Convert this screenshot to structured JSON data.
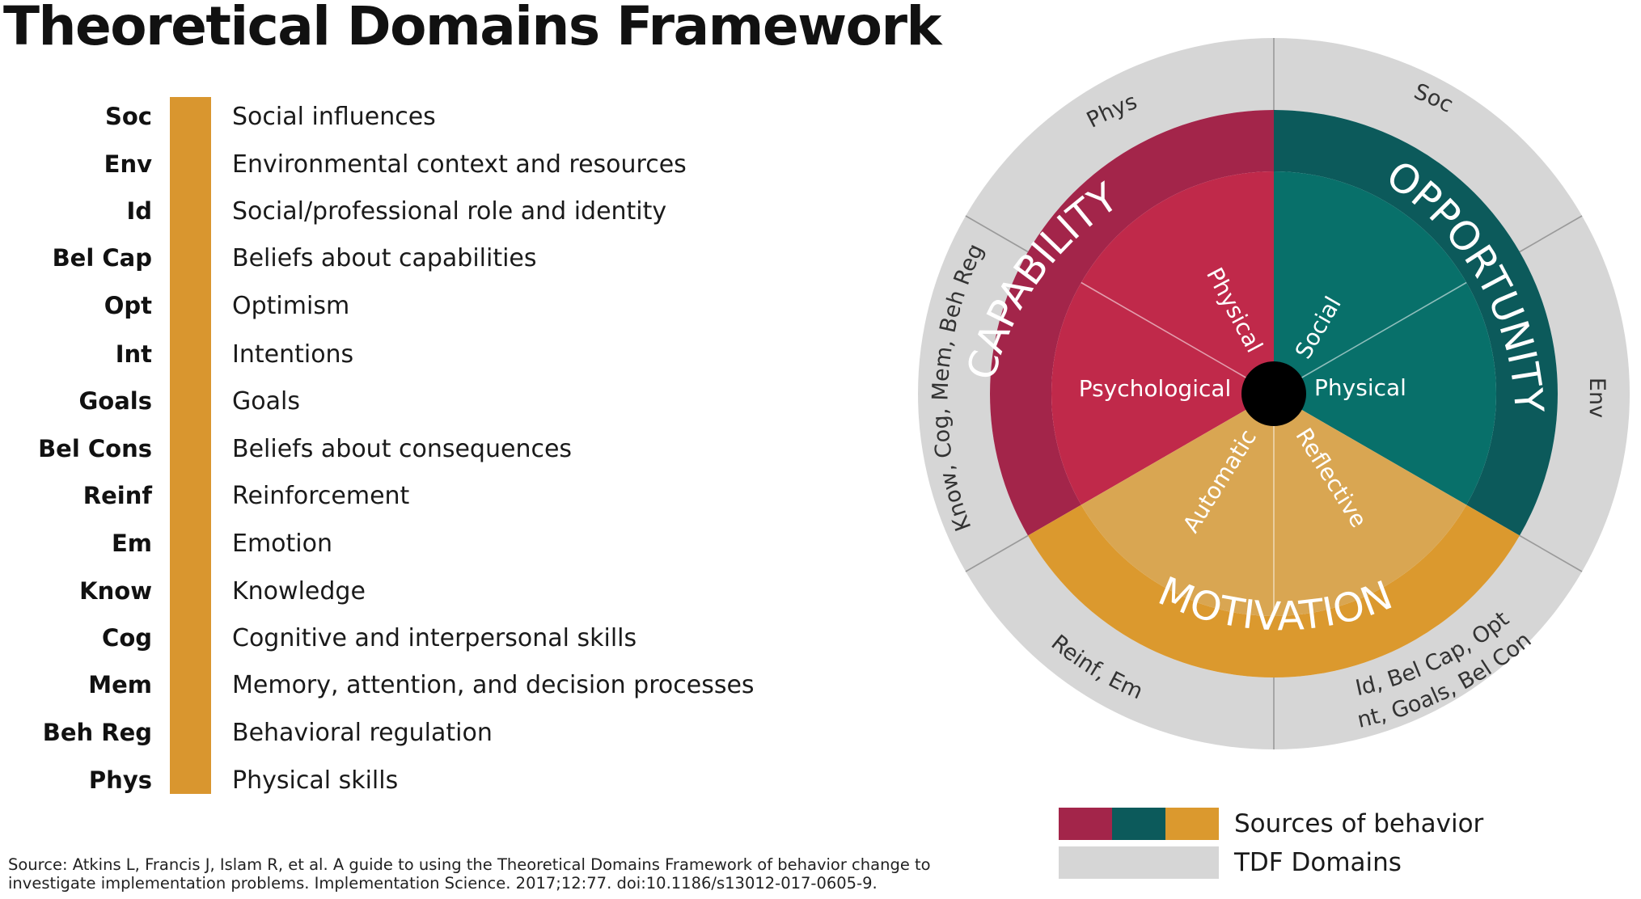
{
  "title": "Theoretical Domains Framework",
  "domains": [
    {
      "abbr": "Soc",
      "label": "Social influences"
    },
    {
      "abbr": "Env",
      "label": "Environmental context and resources"
    },
    {
      "abbr": "Id",
      "label": "Social/professional role and identity"
    },
    {
      "abbr": "Bel Cap",
      "label": "Beliefs about capabilities"
    },
    {
      "abbr": "Opt",
      "label": "Optimism"
    },
    {
      "abbr": "Int",
      "label": "Intentions"
    },
    {
      "abbr": "Goals",
      "label": "Goals"
    },
    {
      "abbr": "Bel Cons",
      "label": "Beliefs about consequences"
    },
    {
      "abbr": "Reinf",
      "label": "Reinforcement"
    },
    {
      "abbr": "Em",
      "label": "Emotion"
    },
    {
      "abbr": "Know",
      "label": "Knowledge"
    },
    {
      "abbr": "Cog",
      "label": "Cognitive and interpersonal skills"
    },
    {
      "abbr": "Mem",
      "label": "Memory, attention, and decision processes"
    },
    {
      "abbr": "Beh Reg",
      "label": "Behavioral regulation"
    },
    {
      "abbr": "Phys",
      "label": "Physical skills"
    }
  ],
  "wheel": {
    "sources": {
      "capability": "CAPABILITY",
      "opportunity": "OPPORTUNITY",
      "motivation": "MOTIVATION"
    },
    "components": {
      "physical_capability": "Physical",
      "psychological": "Psychological",
      "social": "Social",
      "physical_opportunity": "Physical",
      "automatic": "Automatic",
      "reflective": "Reflective"
    },
    "outer": {
      "phys": "Phys",
      "soc": "Soc",
      "env": "Env",
      "know": "Know, Cog, Mem, Beh Reg",
      "reinf": "Reinf, Em",
      "id_line1": "Id, Bel Cap, Opt",
      "id_line2": "Int, Goals, Bel Cons"
    }
  },
  "legend": {
    "sources_label": "Sources of behavior",
    "domains_label": "TDF Domains"
  },
  "source_note": "Source:  Atkins L, Francis J, Islam R, et al. A guide to using the Theoretical Domains Framework of behavior change to investigate implementation problems. Implementation Science. 2017;12:77. doi:10.1186/s13012-017-0605-9.",
  "colors": {
    "orange_bar": "#D9962F",
    "capability_outer": "#A3254A",
    "capability_inner": "#C0294A",
    "opportunity_outer": "#0C5A5B",
    "opportunity_inner": "#08706A",
    "motivation_outer": "#DB992E",
    "motivation_inner": "#D9A652",
    "outer_ring": "#D6D6D6",
    "hub": "#000000"
  }
}
